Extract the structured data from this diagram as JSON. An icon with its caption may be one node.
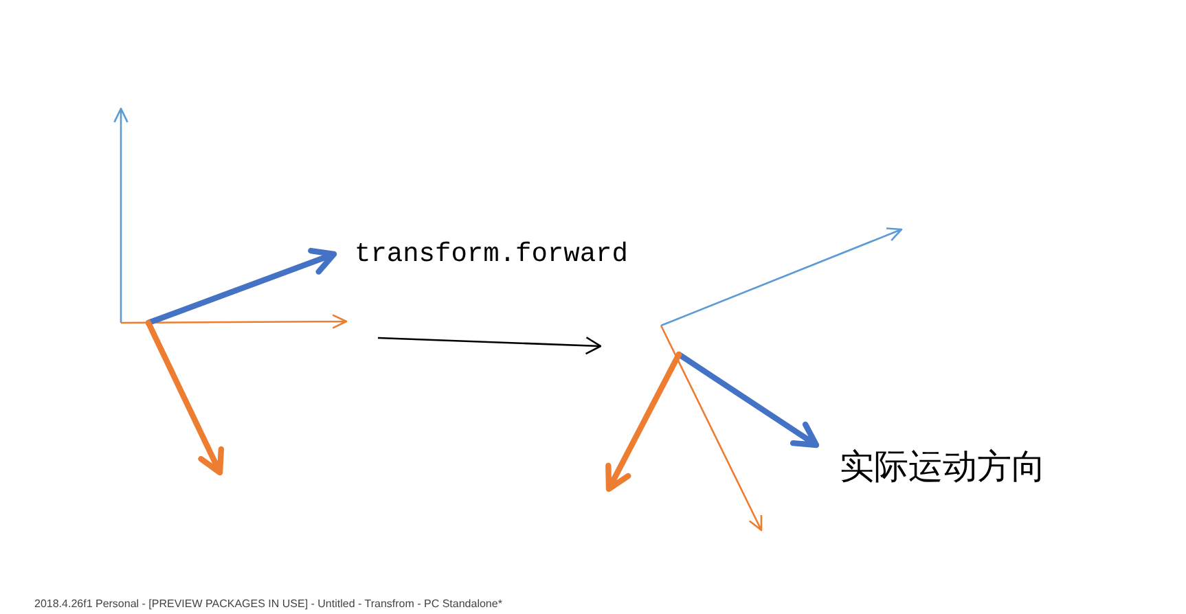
{
  "diagram": {
    "nodes": [
      {
        "text": [],
        "shape": "picture",
        "beside": [
          "transform.forward"
        ]
      },
      {
        "text": [],
        "shape": "picture",
        "beside": [
          "实际运动方向"
        ]
      }
    ],
    "edges": [
      {
        "from": 0,
        "to": 1,
        "arrow": "to"
      }
    ],
    "labels": [
      "2018.4.26f1 Personal - [PREVIEW PACKAGES IN USE] - Untitled - Transfrom - PC Standalone*"
    ]
  }
}
